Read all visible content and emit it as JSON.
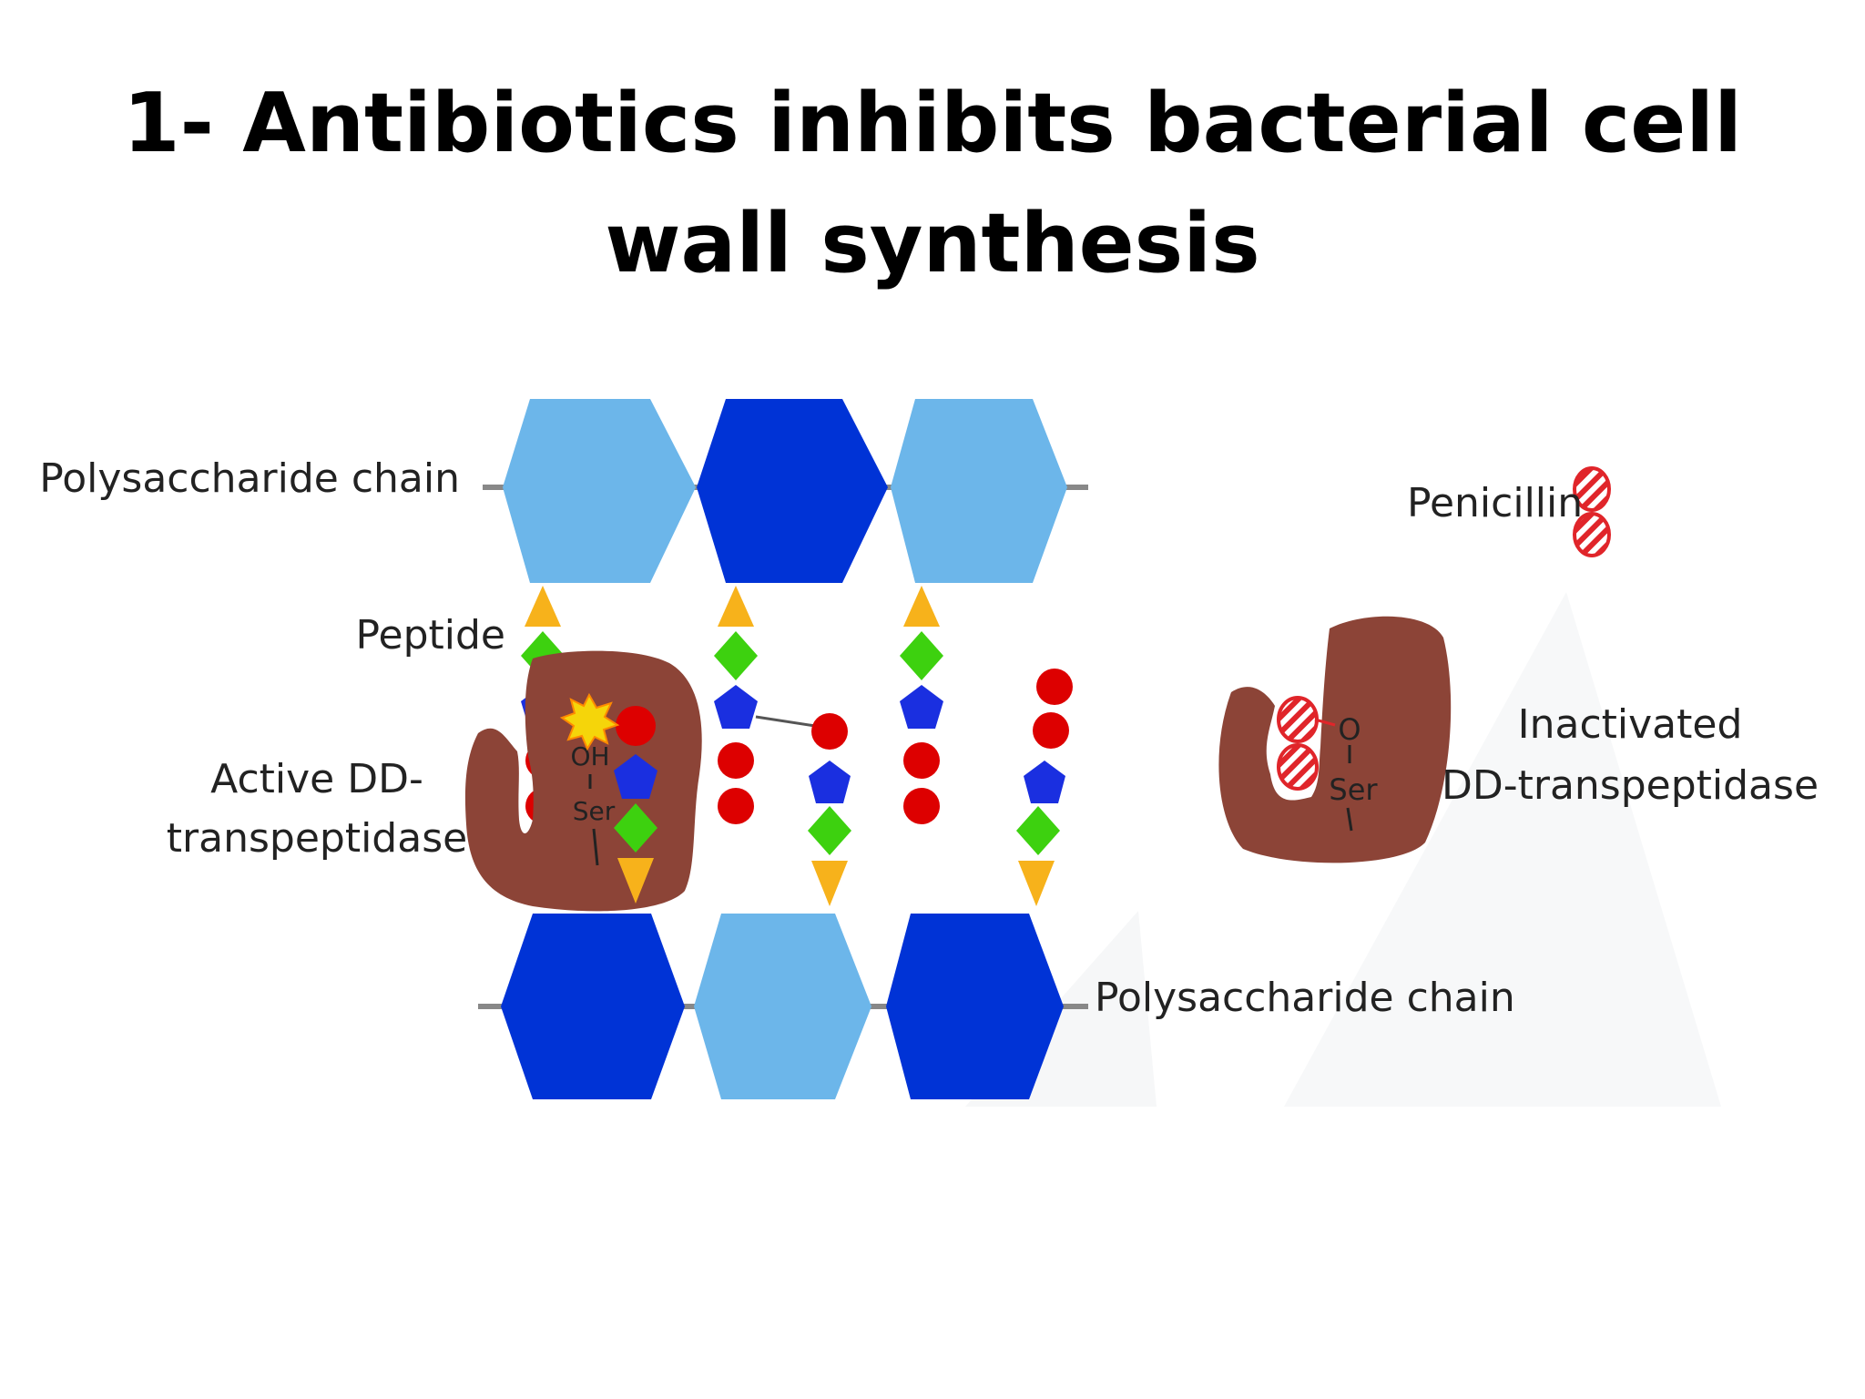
{
  "title": {
    "line1": "1- Antibiotics inhibits bacterial cell",
    "line2": "wall synthesis"
  },
  "labels": {
    "top_chain": "Polysaccharide chain",
    "bottom_chain": "Polysaccharide chain",
    "peptide": "Peptide",
    "active_enzyme_line1": "Active DD-",
    "active_enzyme_line2": "transpeptidase",
    "penicillin": "Penicillin",
    "inactivated_line1": "Inactivated",
    "inactivated_line2": "DD-transpeptidase",
    "oh": "OH",
    "ser_active": "Ser",
    "o": "O",
    "ser_inactive": "Ser"
  },
  "colors": {
    "light_hexagon": "#6cb6ea",
    "dark_hexagon": "#0033d6",
    "enzyme": "#8c4437",
    "triangle": "#f7b21b",
    "diamond": "#3dd10f",
    "pentagon": "#1a2fe0",
    "circle": "#dd0000",
    "penicillin": "#e0252a",
    "connector": "#888888"
  }
}
